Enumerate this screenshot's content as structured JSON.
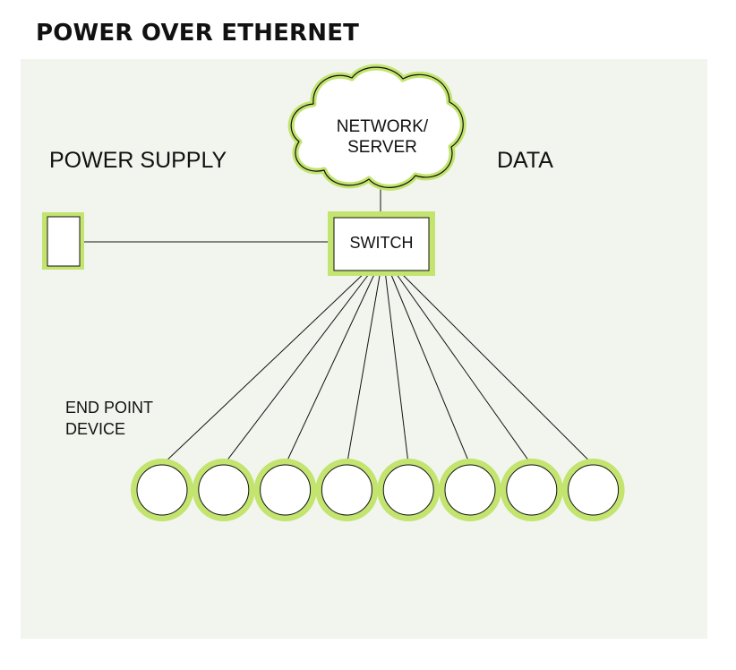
{
  "title": "POWER OVER ETHERNET",
  "labels": {
    "power_supply": "POWER SUPPLY",
    "data": "DATA",
    "cloud_line1": "NETWORK/",
    "cloud_line2": "SERVER",
    "switch": "SWITCH",
    "endpoint_line1": "END POINT",
    "endpoint_line2": "DEVICE"
  },
  "colors": {
    "accent": "#c3e46e",
    "panel_background": "#f2f5ee",
    "node_fill": "#ffffff",
    "line": "#111111"
  },
  "endpoint_devices": [
    "device-1",
    "device-2",
    "device-3",
    "device-4",
    "device-5",
    "device-6",
    "device-7",
    "device-8"
  ]
}
